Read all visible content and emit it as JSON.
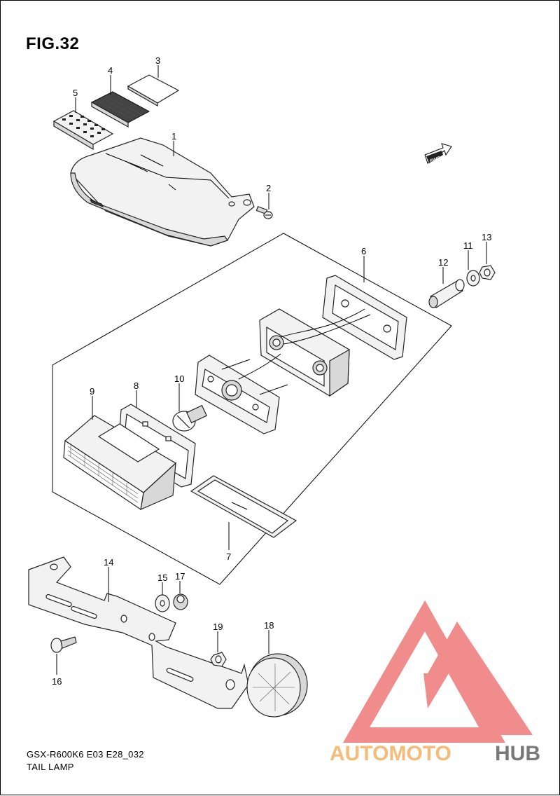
{
  "figure": {
    "title": "FIG.32",
    "model_code": "GSX-R600K6 E03 E28_032",
    "part_name": "TAIL LAMP",
    "fwd_label": "FWD"
  },
  "callouts": [
    "1",
    "2",
    "3",
    "4",
    "5",
    "6",
    "7",
    "8",
    "9",
    "10",
    "11",
    "12",
    "13",
    "14",
    "15",
    "16",
    "17",
    "18",
    "19"
  ],
  "watermark": {
    "text_part1": "AUTOMOTO",
    "text_part2": "HUB",
    "color_part1": "#f5b46a",
    "color_part2": "#6b6b6b",
    "logo_color": "#f08080"
  }
}
